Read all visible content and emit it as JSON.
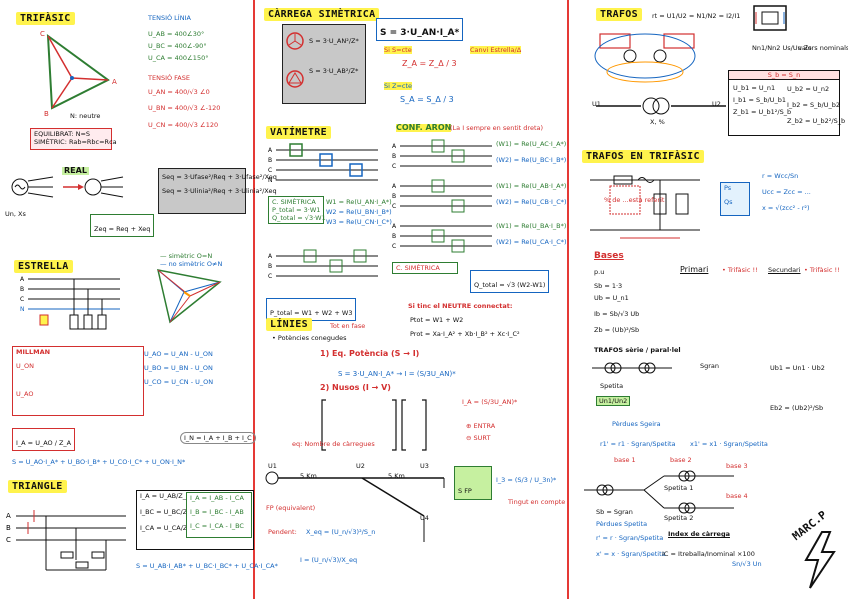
{
  "sections": {
    "trifasic": {
      "title": "TRIFÀSIC",
      "tensio_linia": "TENSIÓ LÍNIA",
      "tensio_fase": "TENSIÓ FASE",
      "uab": "U_AB = 400∠30°",
      "ubc": "U_BC = 400∠-90°",
      "uca": "U_CA = 400∠150°",
      "uan": "U_AN = 400/√3 ∠0",
      "ubn": "U_BN = 400/√3 ∠-120",
      "ucn": "U_CN = 400/√3 ∠120",
      "equilibrat": "EQUILIBRAT: N=S",
      "simetric": "SIMÈTRIC: Rab=Rbc=Rca",
      "n_neutre": "N: neutre"
    },
    "real": {
      "title": "REAL",
      "zeq": "Zeq = Req + Xeq",
      "un_xs": "Un, Xs",
      "seq1": "Seq = 3·Ufase²/Req + 3·Ufase²/Xeq",
      "seq2": "Seq = 3·Ulinia²/Req + 3·Ulinia²/Xeq"
    },
    "estrella": {
      "title": "ESTRELLA",
      "simetric_on": "— simètric O=N",
      "no_simetric": "— no simètric O≠N",
      "millman": "MILLMAN",
      "uao": "U_AO = U_AN - U_ON",
      "ubo": "U_BO = U_BN - U_ON",
      "uco": "U_CO = U_CN - U_ON",
      "ia": "I_A = U_AO / Z_A",
      "s_formula": "S = U_AO·I_A* + U_BO·I_B* + U_CO·I_C* + U_ON·I_N*",
      "in_sum": "I_N = I_A + I_B + I_C",
      "uon": "U_ON",
      "uao_label": "U_AO"
    },
    "triangle": {
      "title": "TRIANGLE",
      "ia": "I_A = U_AB/Z_AB",
      "ib": "I_BC = U_BC/Z_BC",
      "ic": "I_CA = U_CA/Z_CA",
      "ia2": "I_A = I_AB - I_CA",
      "ib2": "I_B = I_BC - I_AB",
      "ic2": "I_C = I_CA - I_BC",
      "s_formula": "S = U_AB·I_AB* + U_BC·I_BC* + U_CA·I_CA*"
    },
    "carrega": {
      "title": "CÀRREGA SIMÈTRICA",
      "s_big": "S = 3·U_AN·I_A*",
      "s_star": "S = 3·U_AN²/Z*",
      "s_tri": "S = 3·U_AB²/Z*",
      "si_s": "Si S=cte",
      "canvi": "Canvi Estrella/Δ",
      "za": "Z_A = Z_Δ / 3",
      "si_z": "Si Z=cte",
      "sa": "S_A = S_Δ / 3"
    },
    "vatimetre": {
      "title": "VATÍMETRE",
      "conf_aron": "CONF. ARON",
      "aron_note": "(La I sempre en sentit dreta)",
      "w1": "W1 = Re(U_AN·I_A*)",
      "w2": "W2 = Re(U_BN·I_B*)",
      "w3": "W3 = Re(U_CN·I_C*)",
      "p_total": "P_total = W1 + W2 + W3",
      "aron_w": [
        "(W1) = Re(U_AC·I_A*)",
        "(W2) = Re(U_BC·I_B*)",
        "(W1) = Re(U_AB·I_A*)",
        "(W2) = Re(U_CB·I_C*)",
        "(W1) = Re(U_BA·I_B*)",
        "(W2) = Re(U_CA·I_C*)"
      ],
      "neutre": "Si tinc el NEUTRE connectat:",
      "ptot": "Ptot = W1 + W2",
      "prot": "Prot = Xa·I_A² + Xb·I_B² + Xc·I_C²",
      "c_simetrica": "C. SIMÈTRICA",
      "ptotal_c": "P_total = 3·W1",
      "q_total": "Q_total = √3·W1",
      "simetrica2": "C. SIMÈTRICA",
      "q2": "Q_total = √3 (W2-W1)"
    },
    "linies": {
      "title": "LÍNIES",
      "tot_fase": "Tot en fase",
      "potencies": "• Potències conegudes",
      "eq_potencia": "1) Eq. Potència (S → I)",
      "s_eq": "S = 3·U_AN·I_A* → I = (S/3U_AN)*",
      "nusos": "2) Nusos (I → V)",
      "entra": "⊕ ENTRA",
      "surt": "⊖ SURT",
      "ia_eq": "I_A = (S/3U_AN)*",
      "eq_ya": "eq: Nombre de càrregues",
      "u1": "U1",
      "u2": "U2",
      "u3": "U3",
      "u4": "U4",
      "km": "5 Km",
      "fp": "FP (equivalent)",
      "pendent": "Pendent:",
      "xeq": "X_eq = (U_n/√3)²/S_n",
      "s_fp": "S FP",
      "i3": "I_3 = (S/3 / U_3n)*",
      "tingut": "Tingut en compte",
      "i_low": "I = (U_n/√3)/X_eq"
    },
    "trafos": {
      "title": "TRAFOS",
      "rt": "rt = U1/U2 = N1/N2 = I2/I1",
      "valors": "valors nominals",
      "s1": "S_b = S_n",
      "ub1": "U_b1 = U_n1",
      "ub2": "U_b2 = U_n2",
      "ib1": "I_b1 = S_b/U_b1",
      "ib2": "I_b2 = S_b/U_b2",
      "zb1": "Z_b1 = U_b1²/S_b",
      "zb2": "Z_b2 = U_b2²/S_b",
      "x12": "X, %",
      "u1": "U1",
      "u2": "U2",
      "labels": "Nn1/Nn2 Us/Un Zs"
    },
    "trifasic_trafos": {
      "title": "TRAFOS EN TRIFÀSIC",
      "x1": "X%",
      "note": "% de ...està referit",
      "ucc": "Ucc = Zcc = ...",
      "r_eq": "r = Wcc/Sn",
      "x_eq": "x = √(zcc² - r²)",
      "ps": "Ps",
      "qs": "Qs",
      "un": "Un"
    },
    "bases": {
      "title": "Bases",
      "pu": "p.u",
      "primari": "Primari",
      "secundari": "Secundari",
      "trifasic1": "• Trifàsic !!",
      "trifasic2": "• Trifàsic !!",
      "sb": "Sb = 1·3",
      "ub": "Ub = U_n1",
      "ib": "Ib = Sb/√3 Ub",
      "zb": "Zb = (Ub)²/Sb",
      "trafos_serie": "TRAFOS sèrie / paral·lel",
      "perdues": "Pèrdues Sgeira",
      "r1": "r1' = r1 · Sgran/Spetita",
      "x1": "x1' = x1 · Sgran/Spetita",
      "base1": "base 1",
      "base2": "base 2",
      "base3": "base 3",
      "base4": "base 4",
      "spetita": "Spetita",
      "sgran": "Sgran",
      "sb2": "Sb = Sgran",
      "perdues2": "Pèrdues Spetita",
      "r_eq2": "r' = r · Sgran/Spetita",
      "x_eq2": "x' = x · Sgran/Spetita",
      "index": "Index de càrrega",
      "ic": "IC = Itreballa/Inominal ×100",
      "sn": "Sn/√3 Un",
      "spetita1": "Spetita 1",
      "spetita2": "Spetita 2",
      "uns": "Un1/Un2",
      "pub": "Ub1 = Un1 · Ub2",
      "ebs": "Eb2 = (Ub2)²/Sb"
    },
    "signature": "MARC.P"
  },
  "colors": {
    "accent": "#fff34d",
    "red": "#d32f2f",
    "blue": "#1565c0",
    "green": "#2e7d32"
  }
}
